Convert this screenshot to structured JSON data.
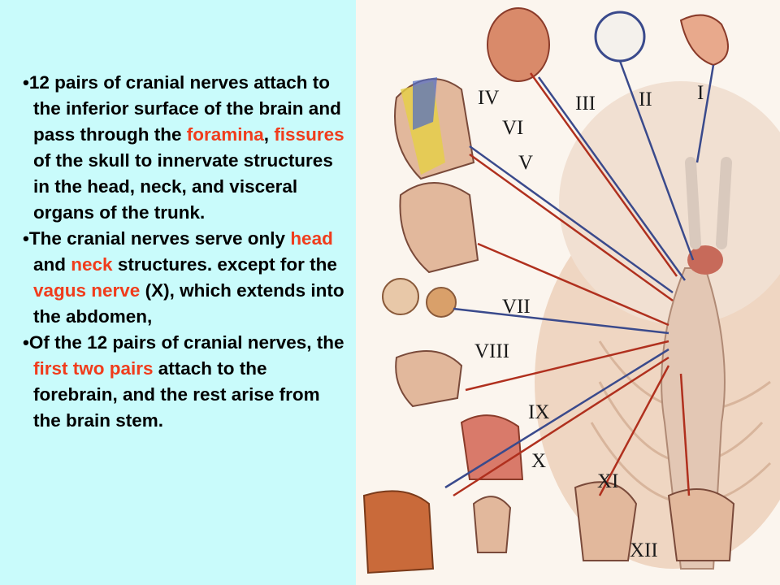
{
  "bullets": [
    {
      "marker": "•",
      "runs": [
        {
          "text": "12 pairs of cranial nerves attach to the inferior surface of the brain and pass through the ",
          "color": "#000000"
        },
        {
          "text": "foramina",
          "color": "#f03c1c"
        },
        {
          "text": ", ",
          "color": "#000000"
        },
        {
          "text": "fissures",
          "color": "#f03c1c"
        },
        {
          "text": " of the skull to innervate structures in the head, neck, and visceral organs of the trunk.",
          "color": "#000000"
        }
      ]
    },
    {
      "marker": "•",
      "runs": [
        {
          "text": "The cranial nerves serve only ",
          "color": "#000000"
        },
        {
          "text": "head",
          "color": "#f03c1c"
        },
        {
          "text": " and ",
          "color": "#000000"
        },
        {
          "text": "neck",
          "color": "#f03c1c"
        },
        {
          "text": " structures. except for the ",
          "color": "#000000"
        },
        {
          "text": "vagus nerve",
          "color": "#f03c1c"
        },
        {
          "text": " (X), which extends into the abdomen,",
          "color": "#000000"
        }
      ]
    },
    {
      "marker": "•",
      "runs": [
        {
          "text": "Of the 12 pairs of cranial nerves, the ",
          "color": "#000000"
        },
        {
          "text": "first two pairs",
          "color": "#f03c1c"
        },
        {
          "text": " attach to the forebrain, and the rest arise from the brain stem.",
          "color": "#000000"
        }
      ]
    }
  ],
  "figure": {
    "labels": {
      "I": "I",
      "II": "II",
      "III": "III",
      "IV": "IV",
      "V": "V",
      "VI": "VI",
      "VII": "VII",
      "VIII": "VIII",
      "IX": "IX",
      "X": "X",
      "XI": "XI",
      "XII": "XII"
    }
  },
  "colors": {
    "panel_background": "#c9fbfb",
    "highlight": "#f03c1c",
    "text": "#000000",
    "figure_background": "#fbf5ee",
    "nerve_blue": "#3a4a8c",
    "nerve_red": "#b0301e"
  }
}
